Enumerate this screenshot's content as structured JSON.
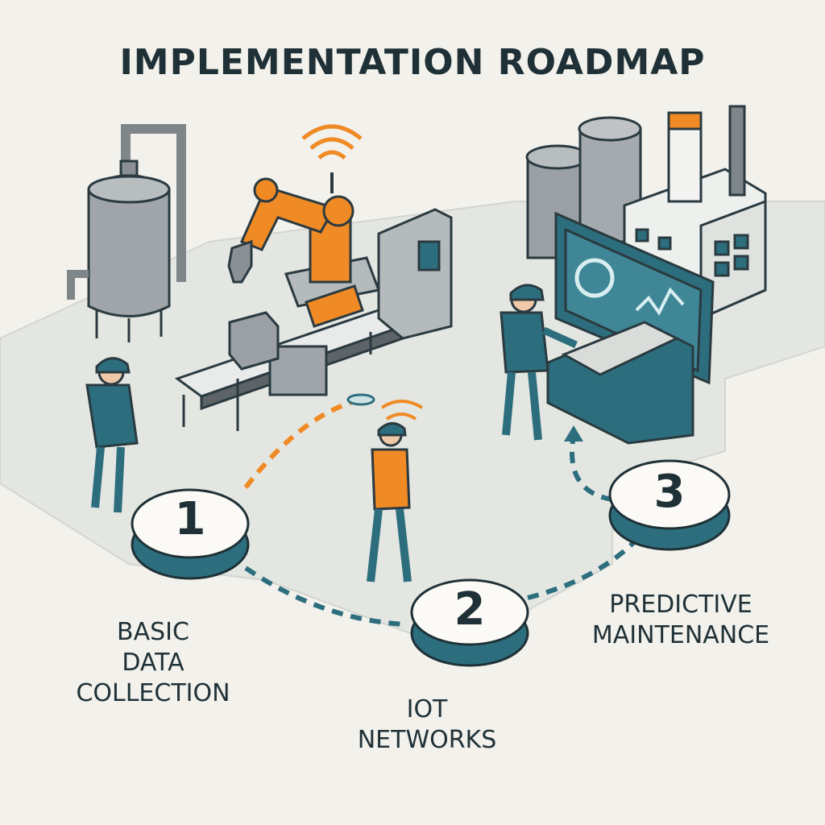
{
  "title": "IMPLEMENTATION ROADMAP",
  "steps": [
    {
      "number": "1",
      "label": "BASIC\nDATA\nCOLLECTION"
    },
    {
      "number": "2",
      "label": "IOT\nNETWORKS"
    },
    {
      "number": "3",
      "label": "PREDICTIVE\nMAINTENANCE"
    }
  ],
  "colors": {
    "teal": "#2c6e7d",
    "orange": "#f08a24",
    "ink": "#1f3137",
    "floor": "#e3e5e1",
    "steel": "#9aa0a3"
  }
}
